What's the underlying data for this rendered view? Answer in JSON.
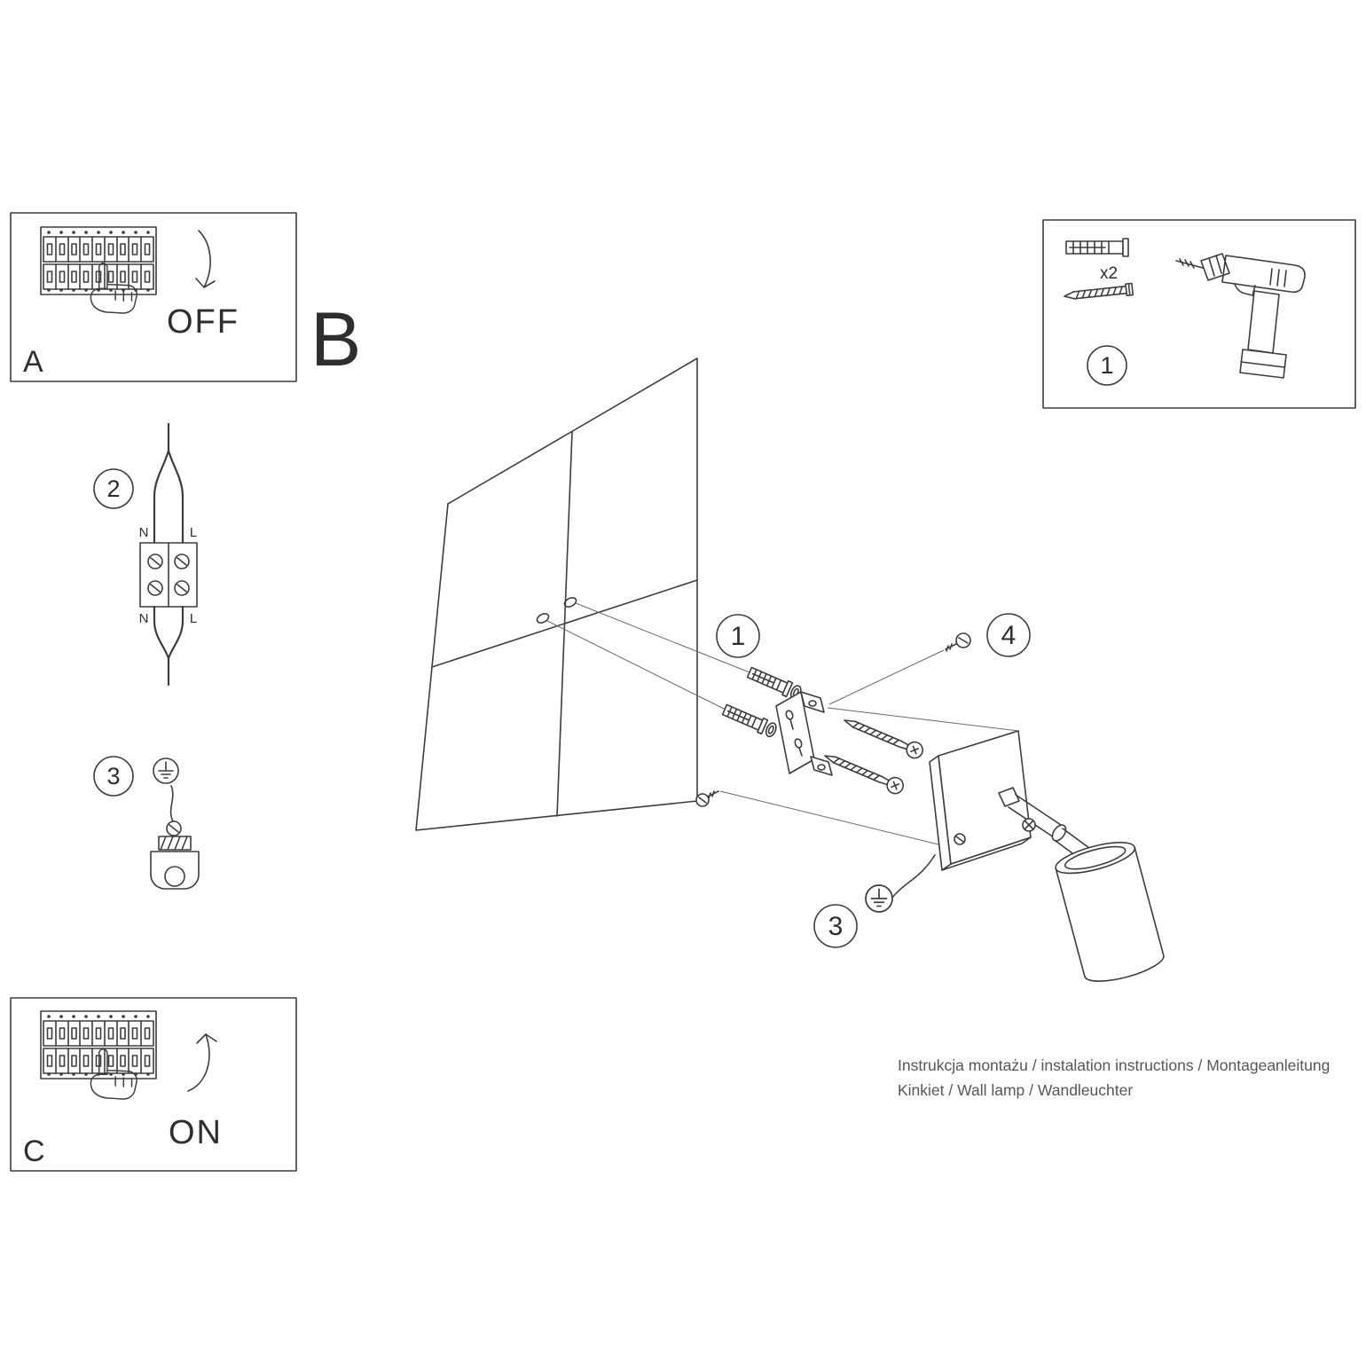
{
  "sections": {
    "a_label": "A",
    "b_label": "B",
    "c_label": "C"
  },
  "breaker": {
    "off": "OFF",
    "on": "ON"
  },
  "kit": {
    "anchor_qty": "x2"
  },
  "steps": {
    "s1": "1",
    "s2": "2",
    "s3": "3",
    "s4": "4"
  },
  "wiring": {
    "n": "N",
    "l": "L"
  },
  "footer": {
    "line1": "Instrukcja montażu / instalation instructions / Montageanleitung",
    "line2": "Kinkiet / Wall lamp / Wandleuchter"
  }
}
